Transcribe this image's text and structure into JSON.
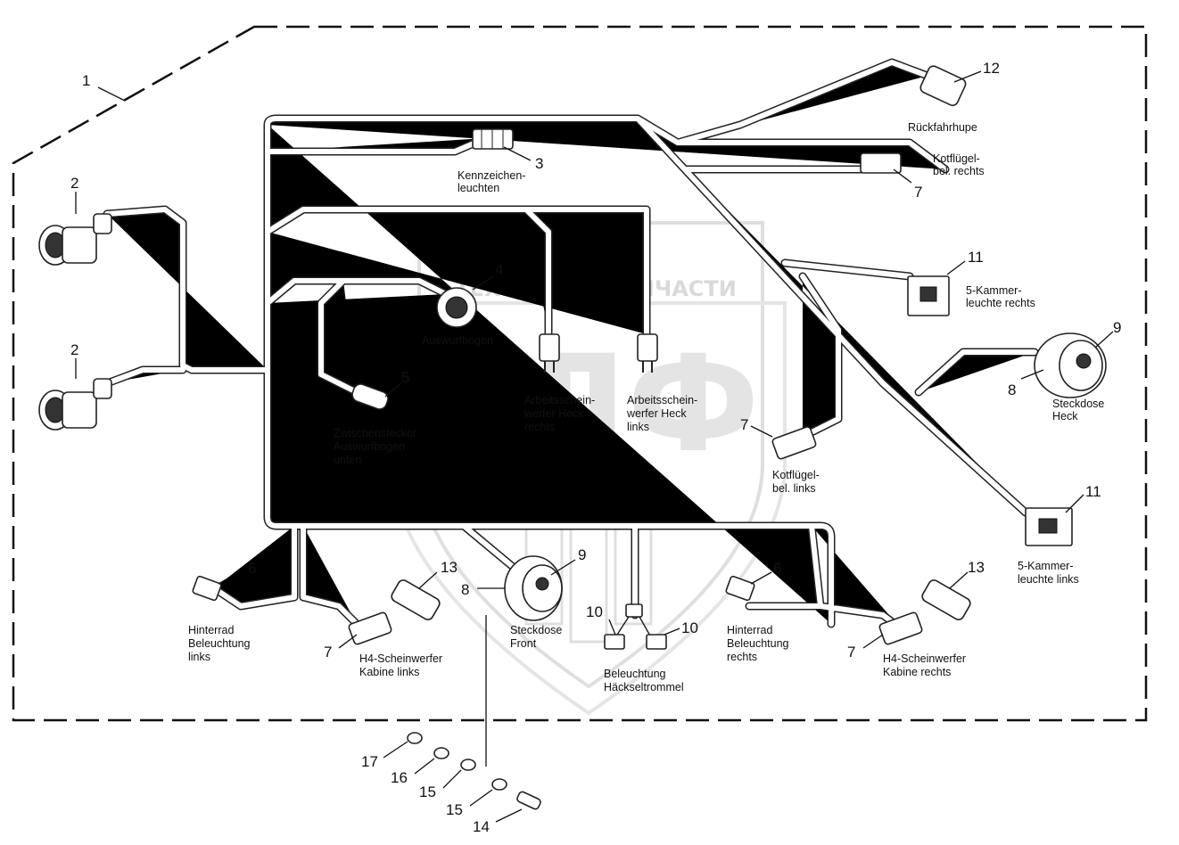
{
  "watermark": {
    "brand_left": "ТЕХНИКА",
    "brand_right": "ЗАПЧАСТИ",
    "logo_letters": "ЭЛФ"
  },
  "callouts": [
    {
      "id": "c1",
      "num": "1"
    },
    {
      "id": "c2a",
      "num": "2"
    },
    {
      "id": "c2b",
      "num": "2"
    },
    {
      "id": "c3",
      "num": "3"
    },
    {
      "id": "c4",
      "num": "4"
    },
    {
      "id": "c5",
      "num": "5"
    },
    {
      "id": "c6a",
      "num": "6"
    },
    {
      "id": "c6b",
      "num": "6"
    },
    {
      "id": "c7a",
      "num": "7"
    },
    {
      "id": "c7b",
      "num": "7"
    },
    {
      "id": "c7c",
      "num": "7"
    },
    {
      "id": "c7d",
      "num": "7"
    },
    {
      "id": "c8a",
      "num": "8"
    },
    {
      "id": "c8b",
      "num": "8"
    },
    {
      "id": "c9a",
      "num": "9"
    },
    {
      "id": "c9b",
      "num": "9"
    },
    {
      "id": "c10a",
      "num": "10"
    },
    {
      "id": "c10b",
      "num": "10"
    },
    {
      "id": "c11a",
      "num": "11"
    },
    {
      "id": "c11b",
      "num": "11"
    },
    {
      "id": "c12",
      "num": "12"
    },
    {
      "id": "c13a",
      "num": "13"
    },
    {
      "id": "c13b",
      "num": "13"
    },
    {
      "id": "c14",
      "num": "14"
    },
    {
      "id": "c15a",
      "num": "15"
    },
    {
      "id": "c15b",
      "num": "15"
    },
    {
      "id": "c16",
      "num": "16"
    },
    {
      "id": "c17",
      "num": "17"
    }
  ],
  "labels": [
    {
      "id": "l_rueck",
      "lines": [
        "Rückfahrhupe"
      ]
    },
    {
      "id": "l_kennz",
      "lines": [
        "Kennzeichen-",
        "leuchten"
      ]
    },
    {
      "id": "l_kotr",
      "lines": [
        "Kotflügel-",
        "bel. rechts"
      ]
    },
    {
      "id": "l_5kr",
      "lines": [
        "5-Kammer-",
        "leuchte rechts"
      ]
    },
    {
      "id": "l_ausw",
      "lines": [
        "Auswurfbogen"
      ]
    },
    {
      "id": "l_steckh",
      "lines": [
        "Steckdose",
        "Heck"
      ]
    },
    {
      "id": "l_zwisch",
      "lines": [
        "Zwischenstecker",
        "Auswurfbogen",
        "unten"
      ]
    },
    {
      "id": "l_arbr",
      "lines": [
        "Arbeitsschein-",
        "werfer Heck",
        "rechts"
      ]
    },
    {
      "id": "l_arbl",
      "lines": [
        "Arbeitsschein-",
        "werfer Heck",
        "links"
      ]
    },
    {
      "id": "l_kotl",
      "lines": [
        "Kotflügel-",
        "bel. links"
      ]
    },
    {
      "id": "l_5kl",
      "lines": [
        "5-Kammer-",
        "leuchte links"
      ]
    },
    {
      "id": "l_hintl",
      "lines": [
        "Hinterrad",
        "Beleuchtung",
        "links"
      ]
    },
    {
      "id": "l_h4l",
      "lines": [
        "H4-Scheinwerfer",
        "Kabine links"
      ]
    },
    {
      "id": "l_stf",
      "lines": [
        "Steckdose",
        "Front"
      ]
    },
    {
      "id": "l_hack",
      "lines": [
        "Beleuchtung",
        "Häckseltrommel"
      ]
    },
    {
      "id": "l_hintr",
      "lines": [
        "Hinterrad",
        "Beleuchtung",
        "rechts"
      ]
    },
    {
      "id": "l_h4r",
      "lines": [
        "H4-Scheinwerfer",
        "Kabine rechts"
      ]
    }
  ]
}
